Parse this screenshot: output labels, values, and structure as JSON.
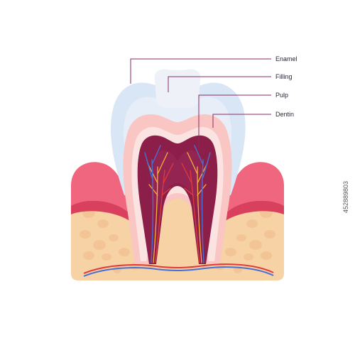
{
  "labels": {
    "enamel": "Enamel",
    "filling": "Filling",
    "pulp": "Pulp",
    "dentin": "Dentin"
  },
  "watermark_id": "452889803",
  "colors": {
    "gum": "#f0667f",
    "gum_shadow": "#d9405e",
    "bone": "#f7d2a5",
    "bone_cells": "#f3c596",
    "enamel": "#d9e6f5",
    "filling": "#eef2f8",
    "dentin": "#f9c6c4",
    "pulp": "#8b1f4a",
    "artery": "#e03a3a",
    "vein": "#4a6fd1",
    "nerve": "#f3b23a",
    "leader_line": "#8a2a64"
  }
}
